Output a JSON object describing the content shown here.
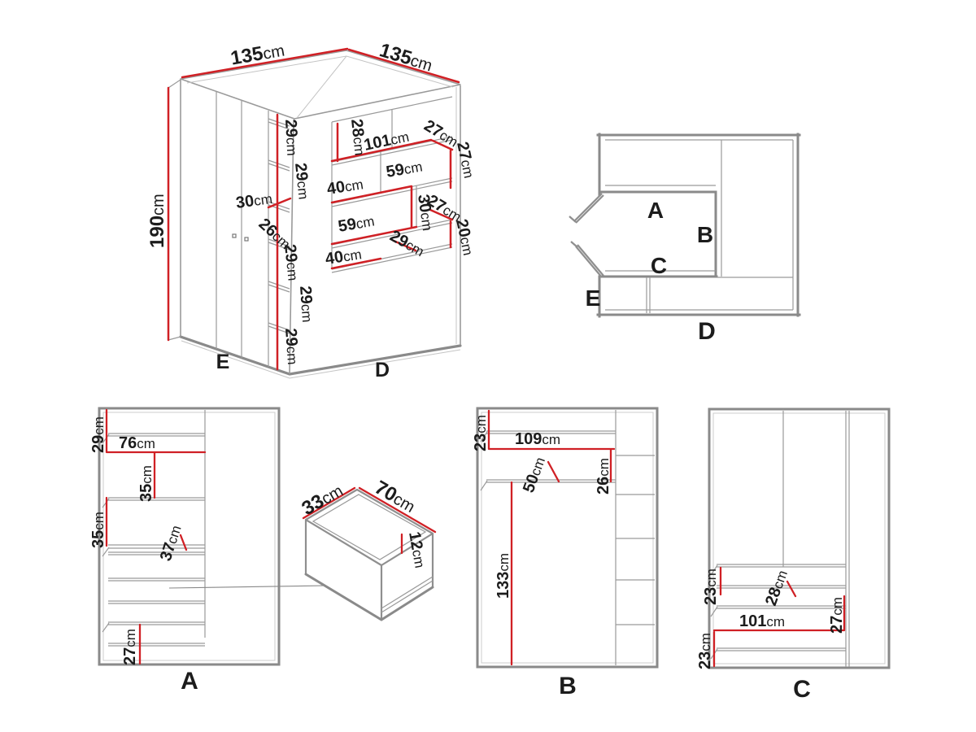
{
  "unit": "cm",
  "colors": {
    "dimension_red": "#d02025",
    "structure_gray": "#8a8a8a",
    "thin_line_gray": "#9a9a9a",
    "text": "#1c1c1c",
    "background": "#ffffff"
  },
  "iso_view": {
    "top_width_left": "135",
    "top_width_right": "135",
    "height": "190",
    "corner_column": {
      "seg1": "29",
      "seg2": "29",
      "seg3": "26",
      "seg4": "29",
      "seg5": "29",
      "seg6": "29"
    },
    "door_depth": "30",
    "shelf_unit": {
      "h28": "28",
      "w101": "101",
      "d27_top": "27",
      "h27_right": "27",
      "w40_row2": "40",
      "w59_row2": "59",
      "h30_mid": "30",
      "d27_row3": "27",
      "h20_right": "20",
      "w59_row3": "59",
      "d29_row4": "29",
      "w40_row4": "40"
    },
    "face_left": "E",
    "face_right": "D"
  },
  "plan_view": {
    "section_a": "A",
    "section_b": "B",
    "section_c": "C",
    "section_d": "D",
    "section_e": "E"
  },
  "elevation_a": {
    "label": "A",
    "h29": "29",
    "w76": "76",
    "h35_upper": "35",
    "h35_lower": "35",
    "d37": "37",
    "h27": "27"
  },
  "drawer": {
    "width": "33",
    "length": "70",
    "height": "12"
  },
  "elevation_b": {
    "label": "B",
    "h23": "23",
    "w109": "109",
    "d50": "50",
    "h26": "26",
    "h133": "133"
  },
  "elevation_c": {
    "label": "C",
    "h23_upper": "23",
    "d28": "28",
    "w101": "101",
    "h27": "27",
    "h23_lower": "23"
  }
}
